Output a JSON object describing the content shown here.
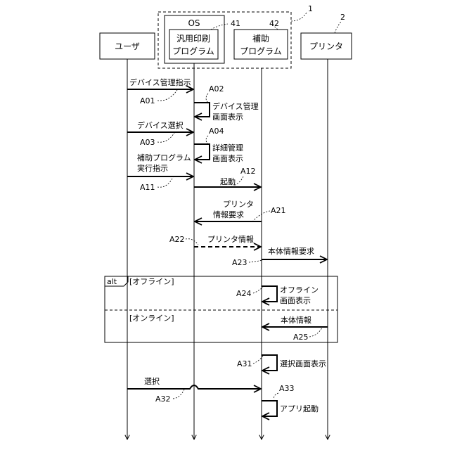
{
  "participants": {
    "user": "ユーザ",
    "os": "OS",
    "generic_print_line1": "汎用印刷",
    "generic_print_line2": "プログラム",
    "helper_line1": "補助",
    "helper_line2": "プログラム",
    "printer": "プリンタ"
  },
  "refs": {
    "system": "1",
    "printer": "2",
    "generic_print": "41",
    "helper": "42"
  },
  "messages": {
    "a01_label": "デバイス管理指示",
    "a01_id": "A01",
    "a02_id": "A02",
    "a02_line1": "デバイス管理",
    "a02_line2": "画面表示",
    "a03_label": "デバイス選択",
    "a03_id": "A03",
    "a04_id": "A04",
    "a04_line1": "詳細管理",
    "a04_line2": "画面表示",
    "a11_line1": "補助プログラム",
    "a11_line2": "実行指示",
    "a11_id": "A11",
    "a12_label": "起動",
    "a12_id": "A12",
    "a21_line1": "プリンタ",
    "a21_line2": "情報要求",
    "a21_id": "A21",
    "a22_label": "プリンタ情報",
    "a22_id": "A22",
    "a23_label": "本体情報要求",
    "a23_id": "A23",
    "a24_line1": "オフライン",
    "a24_line2": "画面表示",
    "a24_id": "A24",
    "a25_label": "本体情報",
    "a25_id": "A25",
    "a31_label": "選択画面表示",
    "a31_id": "A31",
    "a32_label": "選択",
    "a32_id": "A32",
    "a33_label": "アプリ起動",
    "a33_id": "A33"
  },
  "alt_fragment": {
    "tag": "alt",
    "guard_offline": "[オフライン]",
    "guard_online": "[オンライン]"
  }
}
